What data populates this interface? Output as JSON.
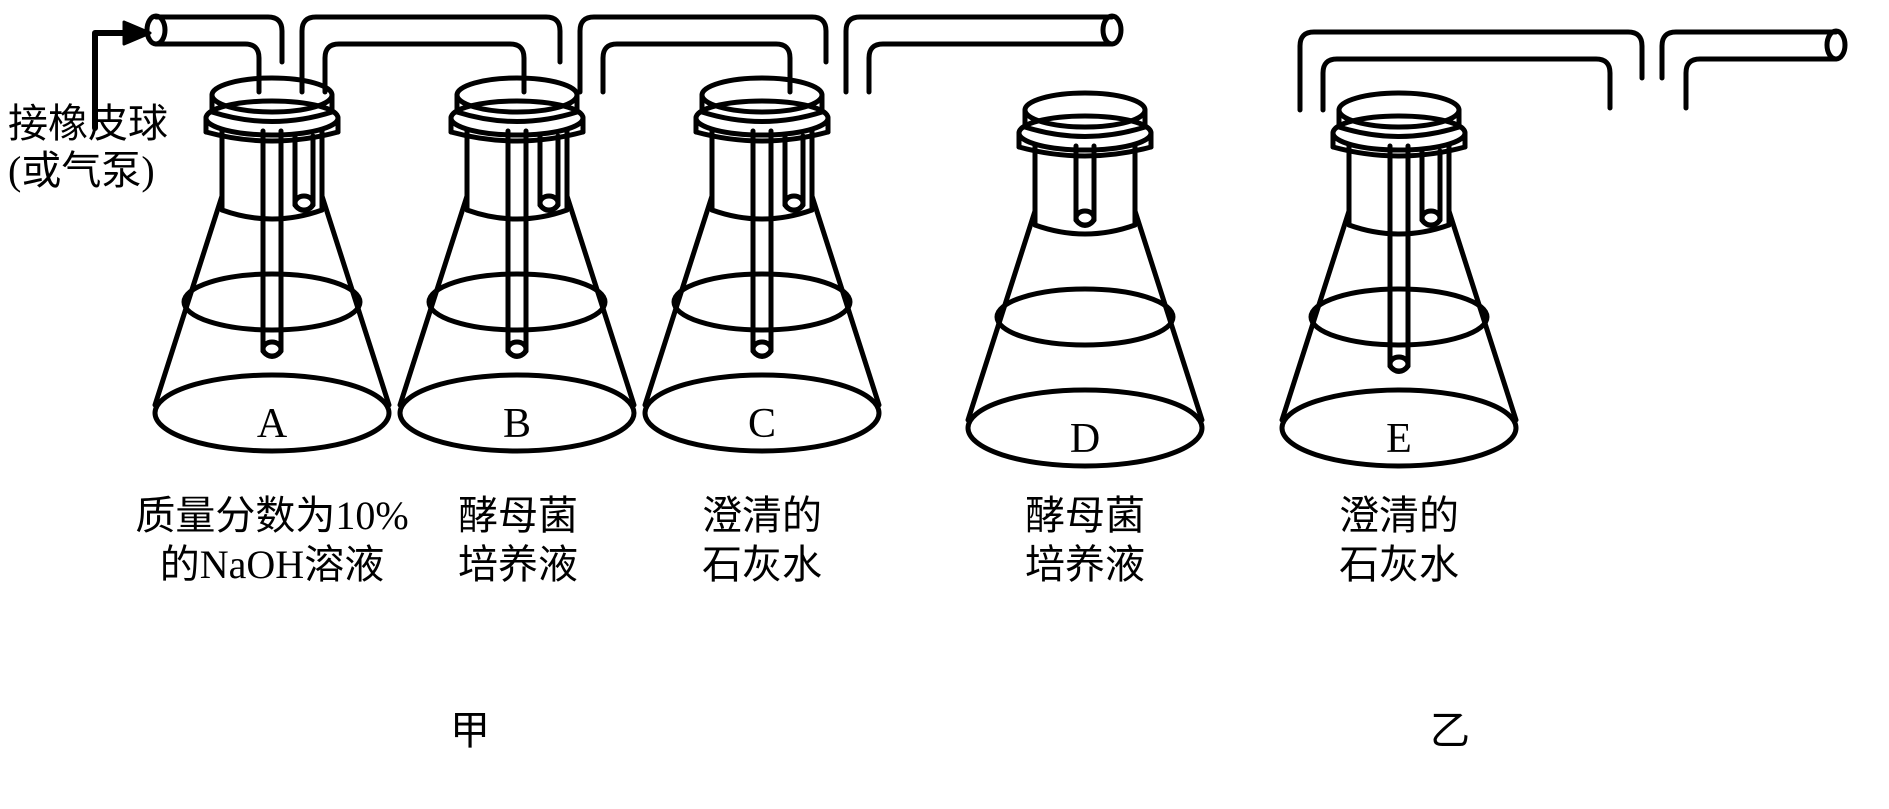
{
  "diagram": {
    "title_hidden": "",
    "stroke_color": "#000000",
    "background_color": "#ffffff",
    "inlet": {
      "label": "接橡皮球\n(或气泵)",
      "arrow_icon": "arrow-right-icon"
    },
    "groups": [
      {
        "id": "jia",
        "label": "甲",
        "flask_ids": [
          "A",
          "B",
          "C"
        ]
      },
      {
        "id": "yi",
        "label": "乙",
        "flask_ids": [
          "D",
          "E"
        ]
      }
    ],
    "flasks": [
      {
        "id": "A",
        "letter": "A",
        "caption": "质量分数为10%\n的NaOH溶液",
        "group": "甲",
        "ports": 2
      },
      {
        "id": "B",
        "letter": "B",
        "caption": "酵母菌\n培养液",
        "group": "甲",
        "ports": 2
      },
      {
        "id": "C",
        "letter": "C",
        "caption": "澄清的\n石灰水",
        "group": "甲",
        "ports": 2
      },
      {
        "id": "D",
        "letter": "D",
        "caption": "酵母菌\n培养液",
        "group": "乙",
        "ports": 1
      },
      {
        "id": "E",
        "letter": "E",
        "caption": "澄清的\n石灰水",
        "group": "乙",
        "ports": 2
      }
    ],
    "tubes": [
      {
        "name": "inlet-tube",
        "from": "air-source",
        "to": "A-left-port"
      },
      {
        "name": "tube-a-to-b",
        "from": "A-right-port",
        "to": "B-left-port"
      },
      {
        "name": "tube-b-to-c",
        "from": "B-right-port",
        "to": "C-left-port"
      },
      {
        "name": "outlet-tube-c",
        "from": "C-right-port",
        "to": "open-air"
      },
      {
        "name": "tube-d-to-e",
        "from": "D-port",
        "to": "E-left-port"
      },
      {
        "name": "outlet-tube-e",
        "from": "E-right-port",
        "to": "open-air"
      }
    ]
  }
}
